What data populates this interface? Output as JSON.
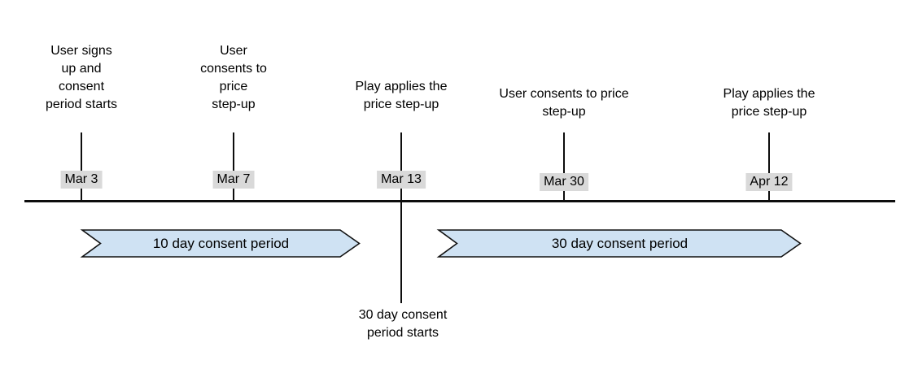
{
  "diagram": {
    "type": "timeline",
    "timeline": {
      "events": [
        {
          "date": "Mar 3",
          "description": "User signs\nup and\nconsent\nperiod starts"
        },
        {
          "date": "Mar 7",
          "description": "User\nconsents to\nprice\nstep-up"
        },
        {
          "date": "Mar 13",
          "description": "Play applies the\nprice step-up"
        },
        {
          "date": "Mar 30",
          "description": "User consents to price\nstep-up"
        },
        {
          "date": "Apr 12",
          "description": "Play applies the\nprice step-up"
        }
      ],
      "banners": [
        {
          "label": "10 day consent period"
        },
        {
          "label": "30 day consent period"
        }
      ],
      "below_note": "30 day consent\nperiod starts"
    },
    "colors": {
      "banner_fill": "#cfe2f3",
      "banner_border": "#111111",
      "date_chip_background": "#d9d9d9",
      "axis_line": "#0d0d0d",
      "text": "#000000",
      "background": "#ffffff"
    }
  }
}
